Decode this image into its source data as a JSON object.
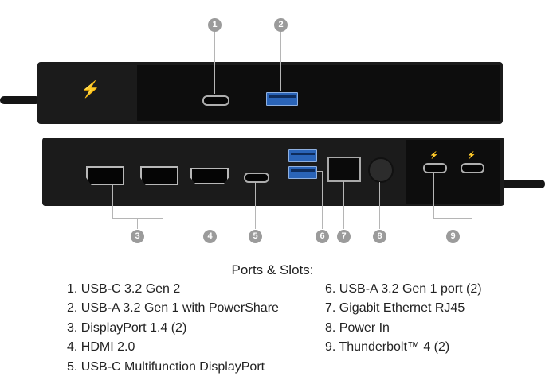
{
  "callouts": [
    "1",
    "2",
    "3",
    "4",
    "5",
    "6",
    "7",
    "8",
    "9"
  ],
  "icons": {
    "thunderbolt": "⚡"
  },
  "heading": "Ports & Slots:",
  "ports_left": [
    "1. USB-C 3.2 Gen 2",
    "2. USB-A 3.2 Gen 1 with PowerShare",
    "3. DisplayPort 1.4 (2)",
    "4. HDMI 2.0",
    "5. USB-C Multifunction DisplayPort"
  ],
  "ports_right": [
    "6. USB-A 3.2 Gen 1 port (2)",
    "7. Gigabit Ethernet RJ45",
    "8. Power In",
    "9. Thunderbolt™ 4 (2)"
  ],
  "colors": {
    "dock": "#1b1b1b",
    "badge": "#9b9b9b",
    "usb_a_blue": "#2a64b8"
  }
}
